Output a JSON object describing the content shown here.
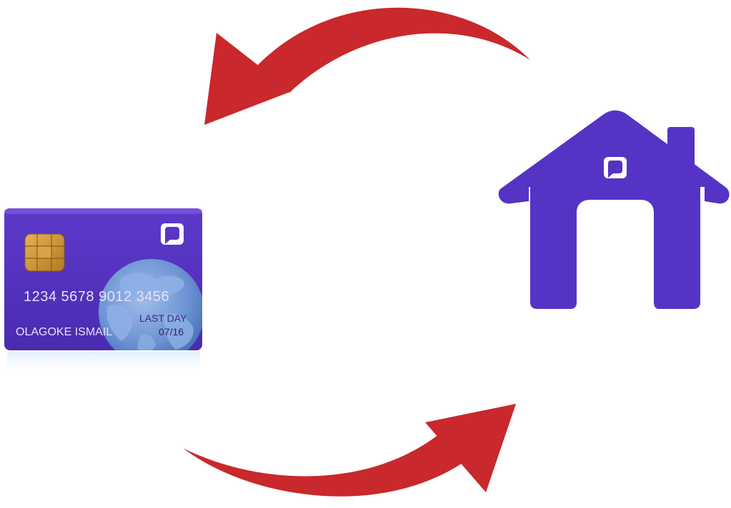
{
  "colors": {
    "background": "#ffffff",
    "arrow": "#c9282c",
    "arrow_dark": "#a81d21",
    "brand_purple": "#5533c4",
    "card_purple": "#5a35c6",
    "chip_gold": "#c8912f",
    "globe_blue": "#6f9dd6",
    "card_text": "#e6e1fa"
  },
  "card": {
    "number": "1234 5678 9012 3456",
    "expiry_label": "LAST DAY",
    "expiry_value": "07/16",
    "holder_name": "OLAGOKE ISMAIL",
    "logo": "brand-logo-icon",
    "chip": "chip-icon",
    "globe": "globe-icon"
  },
  "house": {
    "icon": "house-icon",
    "logo": "brand-logo-icon"
  },
  "arrows": [
    {
      "name": "arrow-house-to-card",
      "direction": "from house to card"
    },
    {
      "name": "arrow-card-to-house",
      "direction": "from card to house"
    }
  ]
}
